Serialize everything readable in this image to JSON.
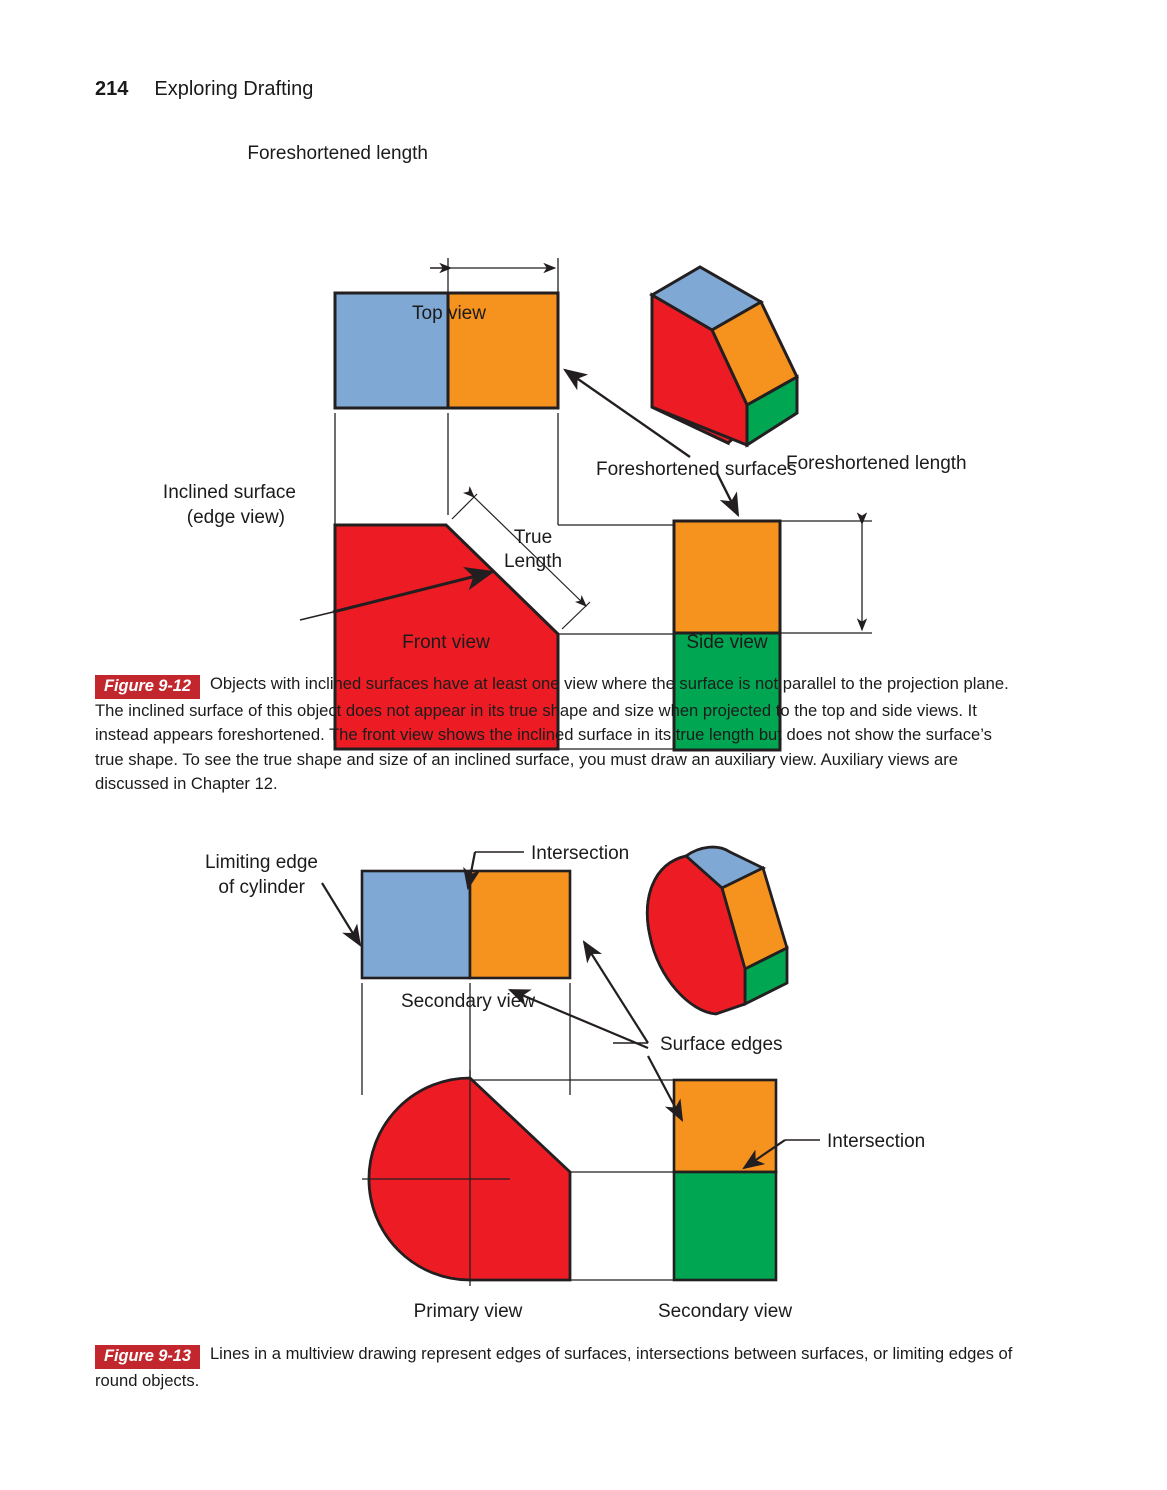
{
  "header": {
    "page_number": "214",
    "book_title": "Exploring Drafting"
  },
  "colors": {
    "red": "#ED1C24",
    "orange": "#F6921E",
    "blue": "#7FA8D4",
    "green": "#00A651",
    "line": "#231F20",
    "badge_red": "#C1272D",
    "text": "#1B1B1B"
  },
  "figure_9_12": {
    "labels": {
      "foreshortened_length_top": "Foreshortened length",
      "top_view": "Top view",
      "foreshortened_surfaces": "Foreshortened surfaces",
      "true_length_line1": "True",
      "true_length_line2": "Length",
      "inclined_surface_line1": "Inclined surface",
      "inclined_surface_line2": "(edge view)",
      "front_view": "Front view",
      "side_view": "Side view",
      "foreshortened_length_side": "Foreshortened length"
    },
    "caption": {
      "badge": "Figure 9-12",
      "text": "Objects with inclined surfaces have at least one view where the surface is not parallel to the projection plane. The inclined surface of this object does not appear in its true shape and size when projected to the top and side views. It instead appears foreshortened. The front view shows the inclined surface in its true length but does not show the surface’s true shape. To see the true shape and size of an inclined surface, you must draw an auxiliary view. Auxiliary views are discussed in Chapter 12."
    }
  },
  "figure_9_13": {
    "labels": {
      "intersection_top": "Intersection",
      "limiting_edge_line1": "Limiting edge",
      "limiting_edge_line2": "of cylinder",
      "secondary_view_top": "Secondary view",
      "surface_edges": "Surface edges",
      "intersection_right": "Intersection",
      "primary_view": "Primary view",
      "secondary_view_bottom": "Secondary view"
    },
    "caption": {
      "badge": "Figure 9-13",
      "text": "Lines in a multiview drawing represent edges of surfaces, intersections between surfaces, or limiting edges of round objects."
    }
  }
}
